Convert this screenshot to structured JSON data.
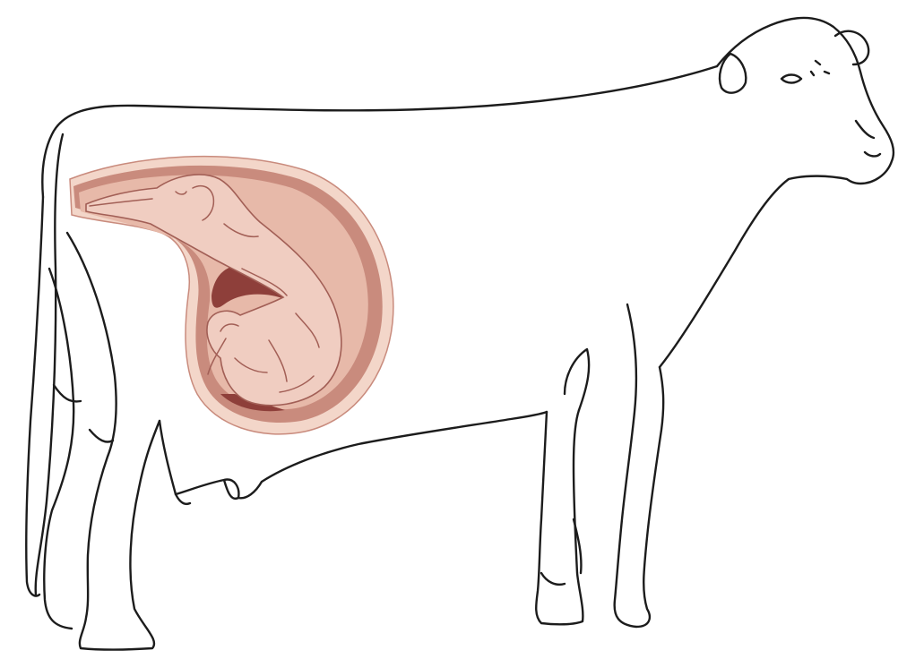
{
  "figure": {
    "subject": "cow",
    "view": "left-side-profile",
    "inset": "fetus-in-uterus"
  },
  "colors": {
    "background": "#ffffff",
    "outline": "#1c1c1c",
    "uterus_fill": "#e7b9a9",
    "uterus_wall": "#c98b7d",
    "uterus_rim": "#f3d6c9",
    "uterus_dark": "#8e3f3a",
    "fetus_fill": "#f0cdc1",
    "fetus_line": "#a25f56"
  }
}
